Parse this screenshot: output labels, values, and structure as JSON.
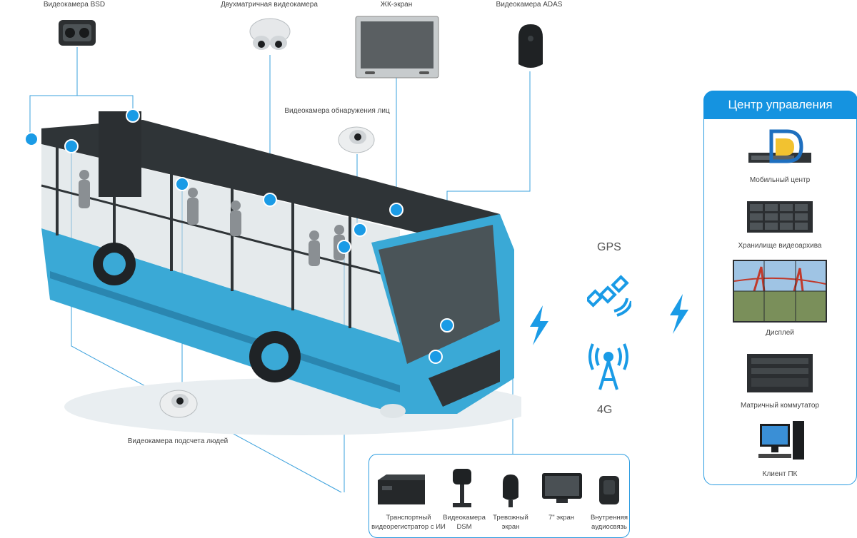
{
  "devices": {
    "bsd": "Видеокамера BSD",
    "dual": "Двухматричная видеокамера",
    "lcd": "ЖК-экран",
    "adas": "Видеокамера ADAS",
    "face": "Видеокамера обнаружения лиц",
    "counting": "Видеокамера подсчета людей"
  },
  "network": {
    "gps": "GPS",
    "g4": "4G"
  },
  "control_center": {
    "title": "Центр управления",
    "items": [
      "Мобильный центр",
      "Хранилище видеоархива",
      "Дисплей",
      "Матричный коммутатор",
      "Клиент ПК"
    ]
  },
  "bus_devices": [
    [
      "Транспортный",
      "видеорегистратор с ИИ"
    ],
    [
      "Видеокамера",
      "DSM"
    ],
    [
      "Тревожный",
      "экран"
    ],
    [
      "7\" экран",
      ""
    ],
    [
      "Внутренняя",
      "аудиосвязь"
    ]
  ],
  "colors": {
    "accent": "#1593e0",
    "bus_body": "#3aa9d6",
    "dot": "#1a9be6"
  }
}
